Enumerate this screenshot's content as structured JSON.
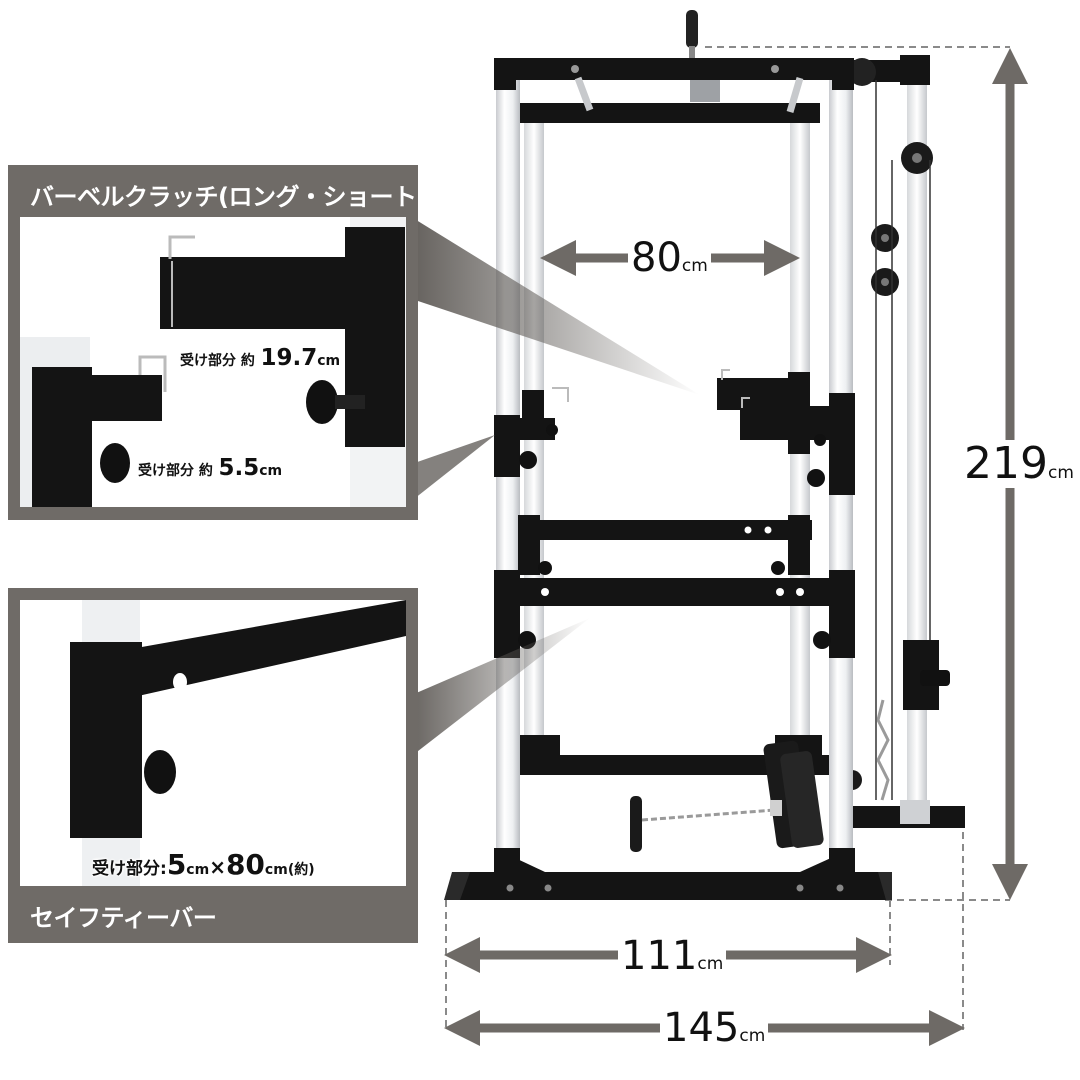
{
  "image": {
    "description_subject": "power-rack-with-lat-pulldown",
    "colors": {
      "panel": "#6f6b67",
      "frame_black": "#141414",
      "frame_white": "#e9eaec",
      "arrow_gray": "#6e6a66",
      "dashed": "#8a8a8a"
    }
  },
  "panels": {
    "clutch": {
      "title": "バーベルクラッチ(ロング・ショート)",
      "long_label": "受け部分 約",
      "long_value": "19.7",
      "long_unit": "cm",
      "short_label": "受け部分 約",
      "short_value": "5.5",
      "short_unit": "cm"
    },
    "safety": {
      "title": "セイフティーバー",
      "label": "受け部分:",
      "value_a": "5",
      "unit_a": "cm",
      "times": "×",
      "value_b": "80",
      "unit_b": "cm",
      "suffix": "(約)"
    }
  },
  "dimensions": {
    "inner_width": {
      "value": "80",
      "unit": "cm"
    },
    "height": {
      "value": "219",
      "unit": "cm"
    },
    "base_width": {
      "value": "111",
      "unit": "cm"
    },
    "total_width": {
      "value": "145",
      "unit": "cm"
    }
  }
}
